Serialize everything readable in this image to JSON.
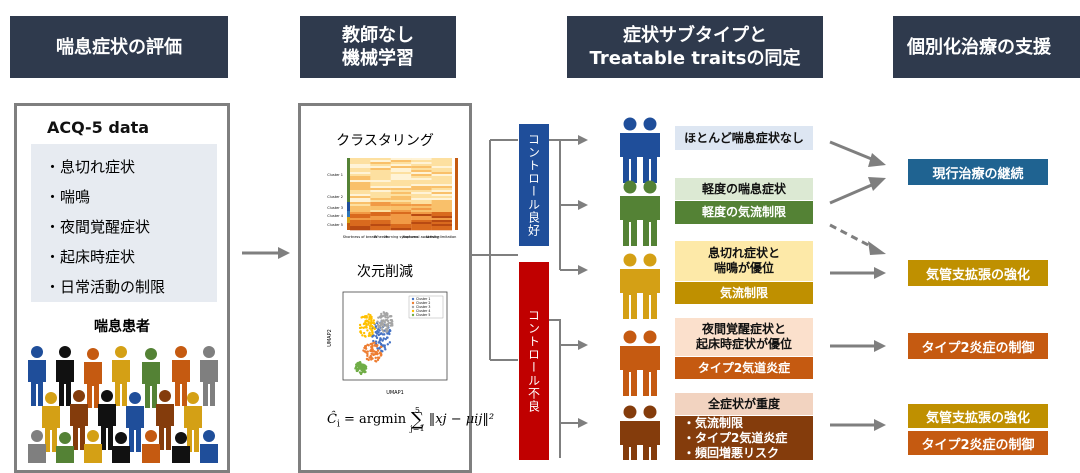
{
  "headers": {
    "h1": "喘息症状の評価",
    "h2": "教師なし\n機械学習",
    "h3": "症状サブタイプと\nTreatable traitsの同定",
    "h4": "個別化治療の支援"
  },
  "assessment": {
    "title": "ACQ-5 data",
    "items": [
      "・息切れ症状",
      "・喘鳴",
      "・夜間覚醒症状",
      "・起床時症状",
      "・日常活動の制限"
    ],
    "patients_label": "喘息患者"
  },
  "ml": {
    "clustering_label": "クラスタリング",
    "heatmap_clusters": [
      "Cluster 1",
      "Cluster 2",
      "Cluster 3",
      "Cluster 4",
      "Cluster 5"
    ],
    "heatmap_columns": [
      "Shortness of breath",
      "Wheeze",
      "Morning symptoms",
      "Nocturnal awakening",
      "Activity limitation"
    ],
    "reduction_label": "次元削減",
    "umap_xlabel": "UMAP1",
    "umap_ylabel": "UMAP2",
    "umap_legend": [
      "Cluster 1",
      "Cluster 2",
      "Cluster 3",
      "Cluster 4",
      "Cluster 5"
    ],
    "formula_lhs": "Ĉ",
    "formula_sub": "i",
    "formula_eq": " = argmin ",
    "formula_sum_top": "5",
    "formula_sum_bottom": "j=1",
    "formula_body": "‖xj − μij‖²"
  },
  "groups": {
    "controlled": "コントロール良好",
    "uncontrolled": "コントロール不良"
  },
  "subtypes": [
    {
      "bars": [
        "ほとんど喘息症状なし"
      ]
    },
    {
      "bars": [
        "軽度の喘息症状",
        "軽度の気流制限"
      ]
    },
    {
      "bars": [
        "息切れ症状と\n喘鳴が優位",
        "気流制限"
      ]
    },
    {
      "bars": [
        "夜間覚醒症状と\n起床時症状が優位",
        "タイプ2気道炎症"
      ]
    },
    {
      "bars": [
        "全症状が重度",
        "・気流制限\n・タイプ2気道炎症\n・頻回増悪リスク"
      ]
    }
  ],
  "outcomes": {
    "continue": "現行治療の継続",
    "bronchodilation": "気管支拡張の強化",
    "t2_control": "タイプ2炎症の制御",
    "bronchodilation2": "気管支拡張の強化",
    "t2_control2": "タイプ2炎症の制御"
  },
  "colors": {
    "header": "#2f3a4d",
    "controlled": "#1f4e9a",
    "uncontrolled": "#c00000",
    "blue_person": "#1f4e9a",
    "green_person": "#548235",
    "yellow_person": "#d4a015",
    "orange_person": "#c55a11",
    "brown_person": "#843c0c",
    "out_blue": "#1f6391",
    "out_yellow": "#bf9000",
    "out_orange": "#c55a11"
  }
}
